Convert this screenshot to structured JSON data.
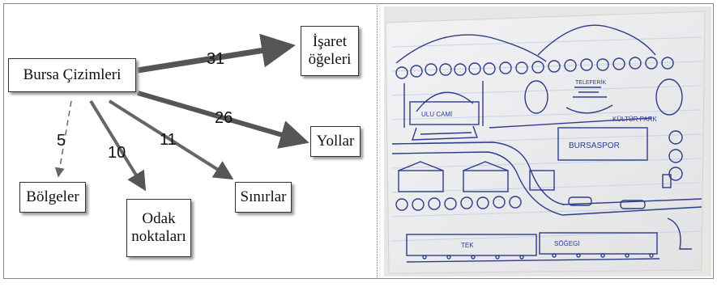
{
  "diagram": {
    "root": "Bursa Çizimleri",
    "nodes": [
      {
        "id": "isaret",
        "label_line1": "İşaret",
        "label_line2": "öğeleri",
        "count": "31"
      },
      {
        "id": "yollar",
        "label_line1": "Yollar",
        "count": "26"
      },
      {
        "id": "sinirlar",
        "label_line1": "Sınırlar",
        "count": "11"
      },
      {
        "id": "odak",
        "label_line1": "Odak",
        "label_line2": "noktaları",
        "count": "10"
      },
      {
        "id": "bolgeler",
        "label_line1": "Bölgeler",
        "count": "5"
      }
    ]
  },
  "drawing": {
    "labels": {
      "ulu_cami": "ULU CAMİ",
      "kultur_park": "KÜLTÜR PARK",
      "bursaspor": "BURSASPOR",
      "teleferik": "TELEFERİK",
      "tek": "TEK",
      "sogegi": "SÖĞEGİ"
    }
  }
}
